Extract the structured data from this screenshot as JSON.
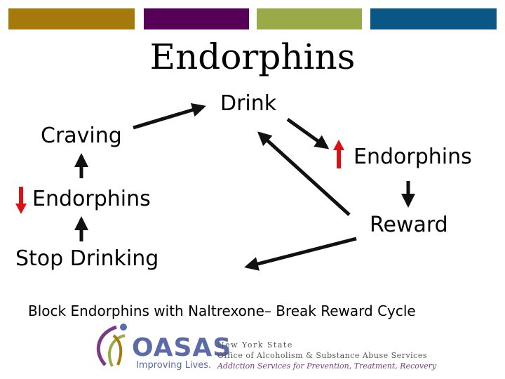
{
  "colors": {
    "bar_gold": "#a5790c",
    "bar_purple": "#570057",
    "bar_green": "#9aaa48",
    "bar_blue": "#0a5786",
    "increase_arrow": "#dd1111",
    "decrease_arrow": "#dd1111",
    "flow_arrow": "#111111",
    "logo_blue": "#5b6aa8",
    "logo_purple": "#7a3b86"
  },
  "title": "Endorphins",
  "nodes": {
    "drink": "Drink",
    "craving": "Craving",
    "endorphins_left": "Endorphins",
    "stop_drinking": "Stop Drinking",
    "endorphins_right": "Endorphins",
    "reward": "Reward"
  },
  "caption": "Block Endorphins with Naltrexone– Break Reward Cycle",
  "logo": {
    "name": "OASAS",
    "tagline": "Improving Lives.",
    "agency_line1": "New York State",
    "agency_line2": "Office of Alcoholism & Substance Abuse Services",
    "agency_line3": "Addiction Services for Prevention, Treatment, Recovery"
  }
}
